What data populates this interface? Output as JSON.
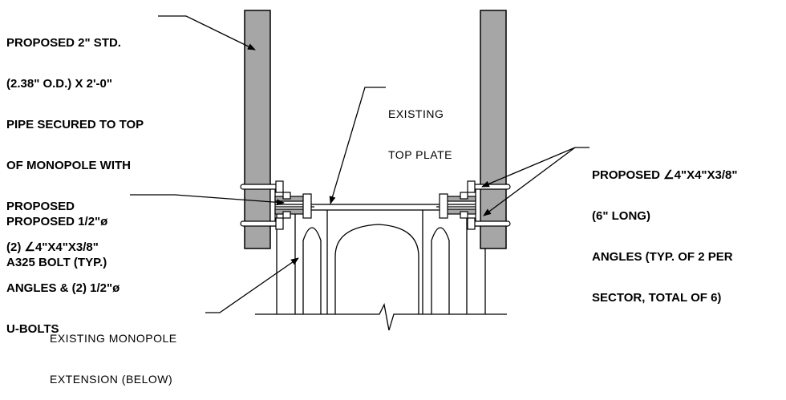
{
  "callouts": {
    "pipe": {
      "lines": [
        "PROPOSED 2\" STD.",
        "(2.38\" O.D.) X 2'-0\"",
        "PIPE SECURED TO TOP",
        "OF MONOPOLE WITH",
        "PROPOSED",
        "(2) ∠4\"X4\"X3/8\"",
        "ANGLES & (2) 1/2\"ø",
        "U-BOLTS"
      ]
    },
    "bolt": {
      "lines": [
        "PROPOSED 1/2\"ø",
        "A325 BOLT (TYP.)"
      ]
    },
    "top_plate": {
      "lines": [
        "EXISTING",
        "TOP PLATE"
      ]
    },
    "angles": {
      "lines": [
        "PROPOSED ∠4\"X4\"X3/8\"",
        "(6\" LONG)",
        "ANGLES (TYP. OF 2 PER",
        "SECTOR, TOTAL OF 6)"
      ]
    },
    "monopole": {
      "lines": [
        "EXISTING MONOPOLE",
        "EXTENSION (BELOW)"
      ]
    }
  },
  "colors": {
    "pipe_fill": "#a6a6a6",
    "line": "#000000",
    "background": "#ffffff"
  }
}
